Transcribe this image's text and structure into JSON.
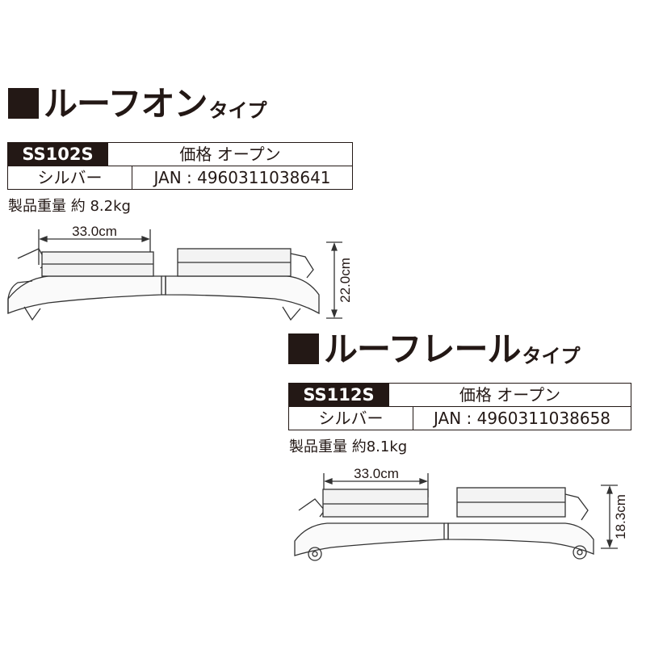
{
  "products": [
    {
      "title_main": "ルーフオン",
      "title_sub": "タイプ",
      "model": "SS102S",
      "price": "価格 オープン",
      "color": "シルバー",
      "jan": "JAN : 4960311038641",
      "weight": "製品重量 約 8.2kg",
      "dim_width": "33.0cm",
      "dim_height": "22.0cm"
    },
    {
      "title_main": "ルーフレール",
      "title_sub": "タイプ",
      "model": "SS112S",
      "price": "価格 オープン",
      "color": "シルバー",
      "jan": "JAN : 4960311038658",
      "weight": "製品重量 約8.1kg",
      "dim_width": "33.0cm",
      "dim_height": "18.3cm"
    }
  ],
  "colors": {
    "ink": "#231815",
    "background": "#ffffff",
    "product_line": "#333333"
  }
}
